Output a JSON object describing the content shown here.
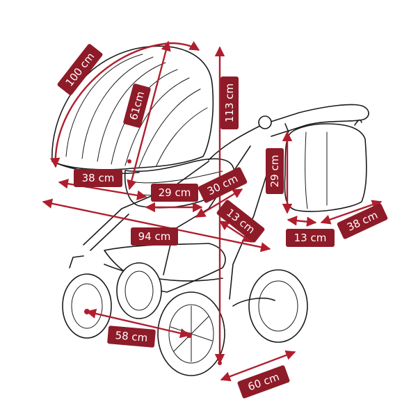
{
  "colors": {
    "accent": "#8e1b28",
    "arrow": "#b01e2d",
    "outline": "#1a1a1a"
  },
  "dimensions": {
    "canopy_arc": "100 cm",
    "canopy_depth": "61cm",
    "height": "113 cm",
    "bassinet_length": "38 cm",
    "bassinet_inner": "29 cm",
    "bassinet_width": "30 cm",
    "frame_depth": "13 cm",
    "overall_length": "94 cm",
    "bag_height": "29 cm",
    "bag_depth": "13 cm",
    "bag_width": "38 cm",
    "wheelbase": "58 cm",
    "base_width": "60 cm"
  }
}
